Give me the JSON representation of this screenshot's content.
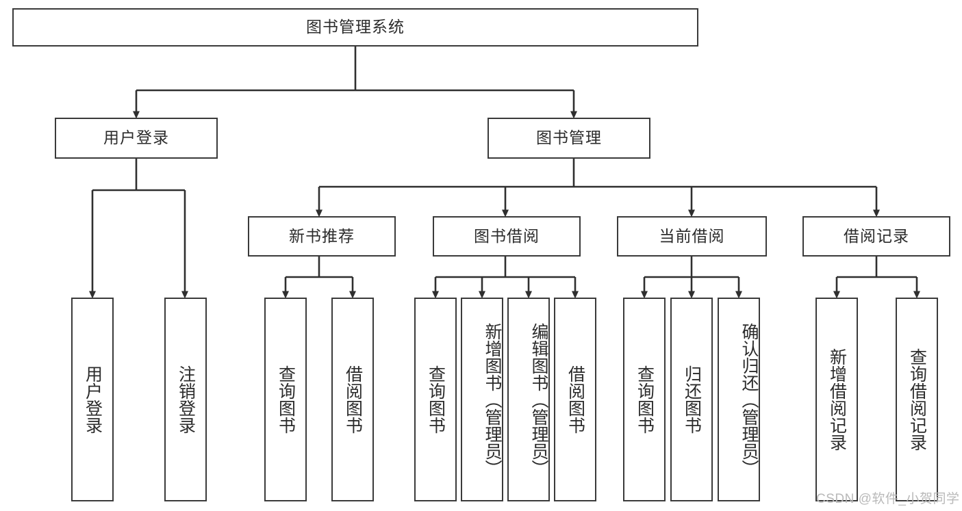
{
  "diagram": {
    "title": "图书管理系统",
    "type": "tree-hierarchy",
    "root": {
      "label": "图书管理系统"
    },
    "level2": [
      {
        "label": "用户登录"
      },
      {
        "label": "图书管理"
      }
    ],
    "level3": [
      {
        "label": "新书推荐"
      },
      {
        "label": "图书借阅"
      },
      {
        "label": "当前借阅"
      },
      {
        "label": "借阅记录"
      }
    ],
    "leaves": {
      "user_login": [
        {
          "label": "用户登录"
        },
        {
          "label": "注销登录"
        }
      ],
      "new_book_recommend": [
        {
          "label": "查询图书"
        },
        {
          "label": "借阅图书"
        }
      ],
      "book_borrow": [
        {
          "label": "查询图书"
        },
        {
          "label": "新增图书（管理员）"
        },
        {
          "label": "编辑图书（管理员）"
        },
        {
          "label": "借阅图书"
        }
      ],
      "current_borrow": [
        {
          "label": "查询图书"
        },
        {
          "label": "归还图书"
        },
        {
          "label": "确认归还（管理员）"
        }
      ],
      "borrow_record": [
        {
          "label": "新增借阅记录"
        },
        {
          "label": "查询借阅记录"
        }
      ]
    }
  },
  "watermark": {
    "text": "CSDN @软件_小贺同学"
  },
  "colors": {
    "border": "#3a3a3a",
    "text": "#2b2b2b",
    "background": "#ffffff",
    "wire": "#2f2f2f",
    "watermark": "#b9b9b9"
  }
}
